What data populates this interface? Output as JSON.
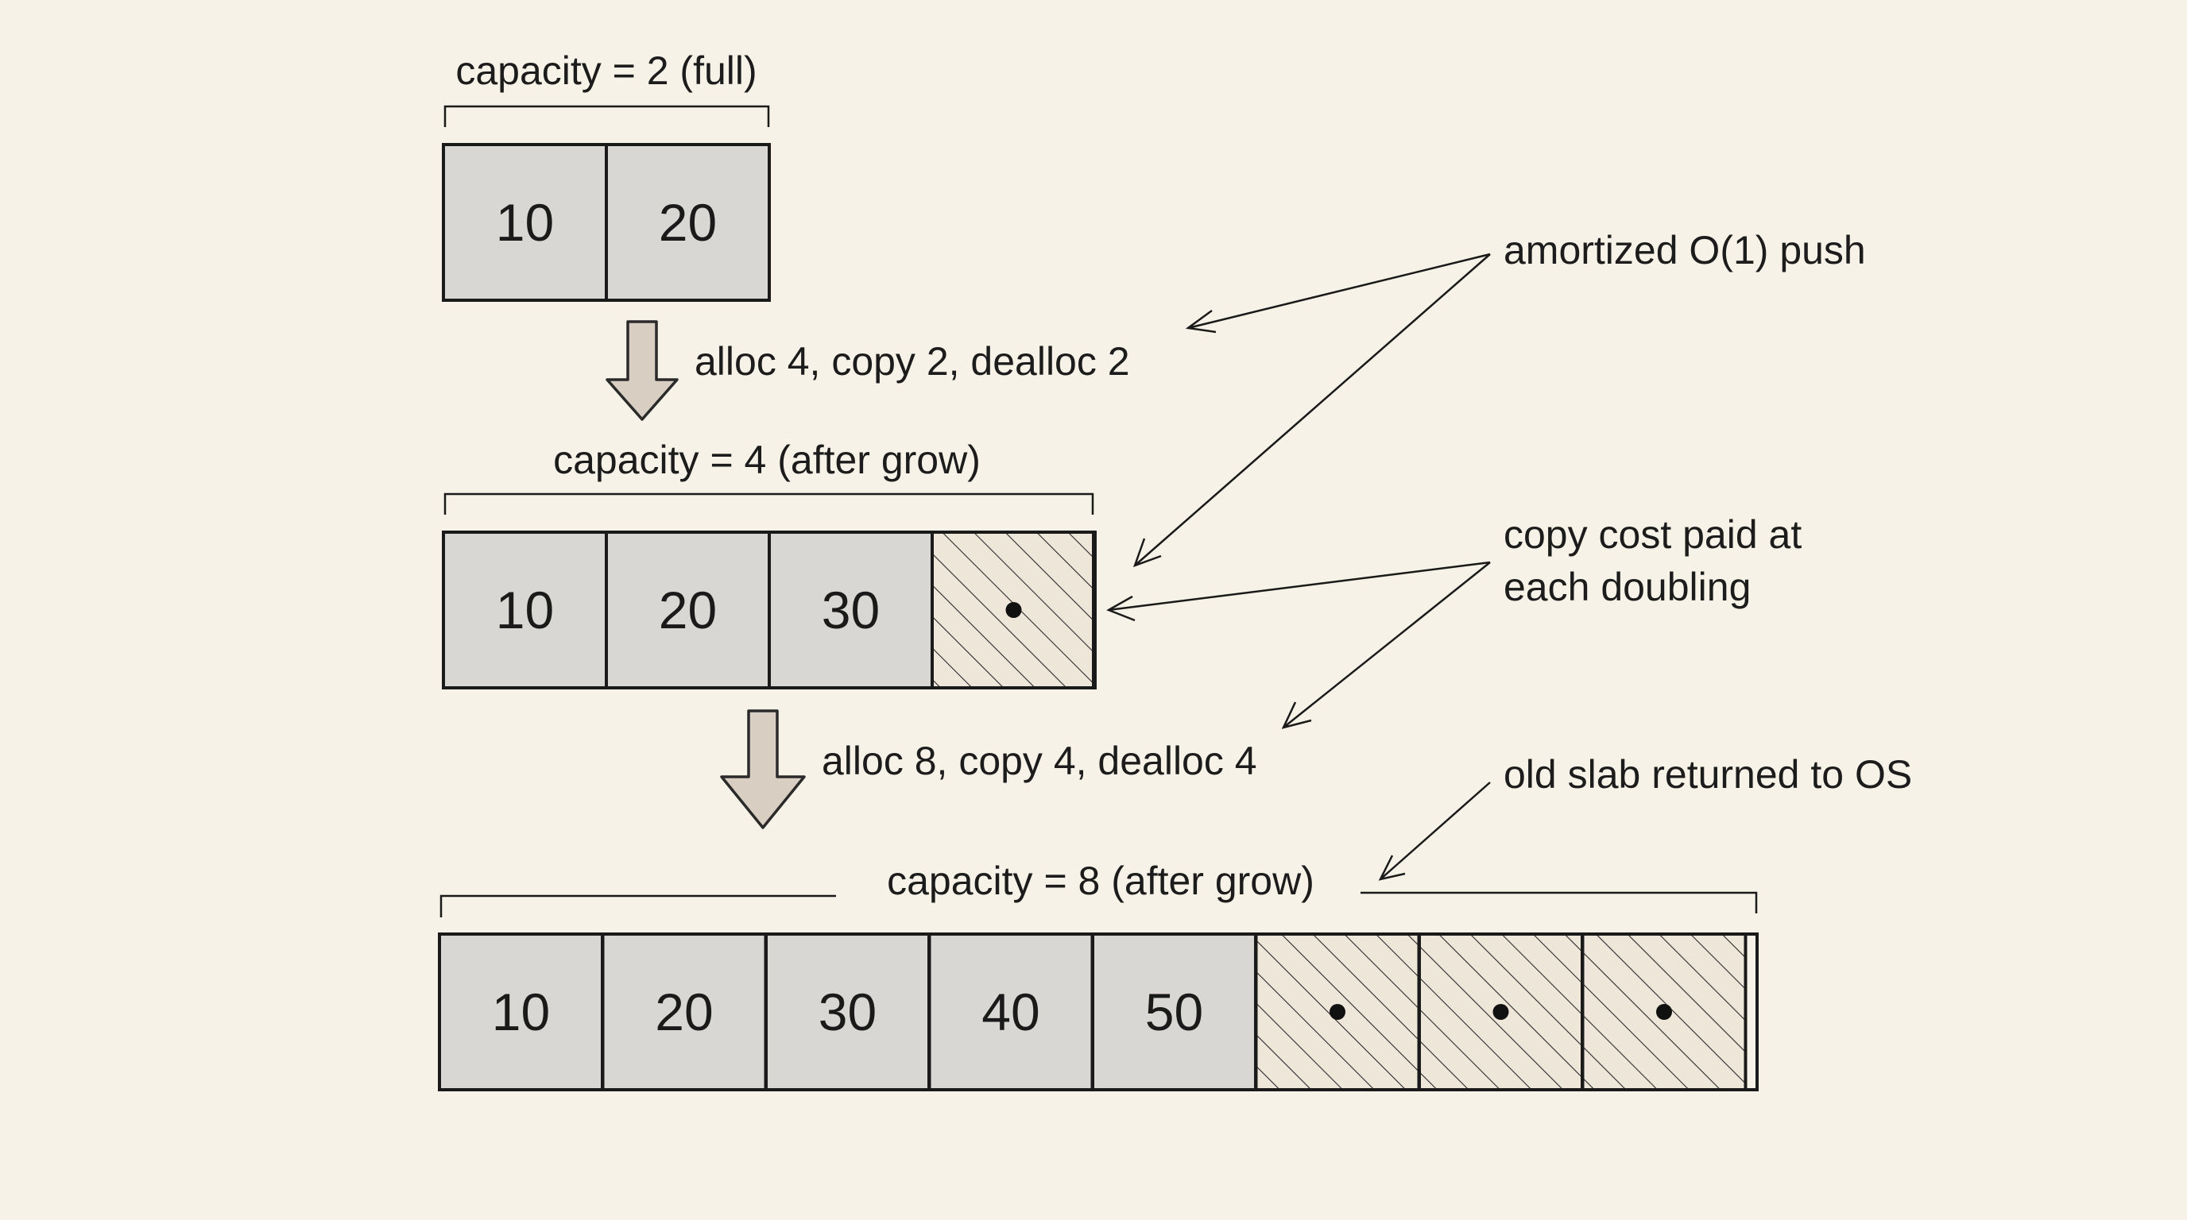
{
  "rows": [
    {
      "capacity_label": "capacity = 2 (full)",
      "cells": [
        {
          "value": "10",
          "filled": true
        },
        {
          "value": "20",
          "filled": true
        }
      ]
    },
    {
      "capacity_label": "capacity = 4 (after grow)",
      "cells": [
        {
          "value": "10",
          "filled": true
        },
        {
          "value": "20",
          "filled": true
        },
        {
          "value": "30",
          "filled": true
        },
        {
          "value": "",
          "filled": false
        }
      ]
    },
    {
      "capacity_label": "capacity = 8 (after grow)",
      "cells": [
        {
          "value": "10",
          "filled": true
        },
        {
          "value": "20",
          "filled": true
        },
        {
          "value": "30",
          "filled": true
        },
        {
          "value": "40",
          "filled": true
        },
        {
          "value": "50",
          "filled": true
        },
        {
          "value": "",
          "filled": false
        },
        {
          "value": "",
          "filled": false
        },
        {
          "value": "",
          "filled": false
        }
      ]
    }
  ],
  "transitions": [
    {
      "label": "alloc 4, copy 2, dealloc 2"
    },
    {
      "label": "alloc 8, copy 4, dealloc 4"
    }
  ],
  "annotations": {
    "amortized": "amortized O(1) push",
    "copy_cost_line1": "copy cost paid at",
    "copy_cost_line2": "each doubling",
    "old_slab": "old slab returned to OS"
  },
  "colors": {
    "background": "#f6f2e7",
    "filled_cell": "#d9d7d3",
    "flow_arrow": "#d8cfc2",
    "ink": "#1a1a1a"
  }
}
